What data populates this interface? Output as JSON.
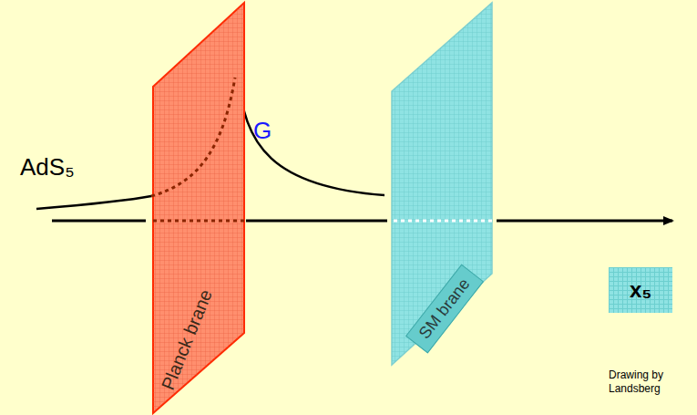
{
  "diagram": {
    "nodes": [
      {
        "text": [
          "Planck brane"
        ]
      },
      {
        "text": [
          "SM brane"
        ]
      },
      {
        "text": [
          "x₅"
        ]
      }
    ],
    "labels": [
      "AdS₅",
      "G",
      "Drawing by Landsberg"
    ]
  }
}
